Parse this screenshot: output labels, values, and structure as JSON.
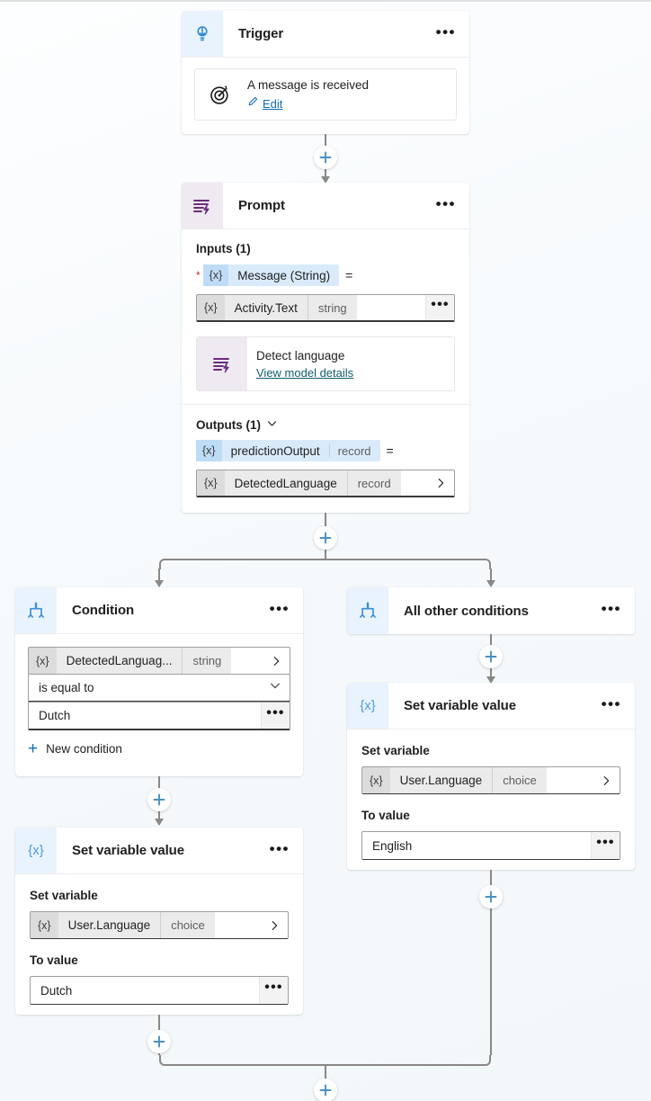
{
  "canvas": {
    "background": "#f5f9fb",
    "connector_color": "#8a8886",
    "accent": "#0f6cbd"
  },
  "nodes": {
    "trigger": {
      "icon": "trigger-bulb-icon",
      "title": "Trigger",
      "menu": "•••",
      "event": {
        "icon": "target-icon",
        "title": "A message is received",
        "edit_icon": "pencil-icon",
        "edit_label": "Edit"
      }
    },
    "prompt": {
      "icon": "prompt-lightning-icon",
      "title": "Prompt",
      "menu": "•••",
      "inputs_label": "Inputs (1)",
      "input_token": {
        "required_mark": "*",
        "x_glyph": "{x}",
        "name": "Message (String)",
        "equals": "="
      },
      "input_value": {
        "x_glyph": "{x}",
        "name": "Activity.Text",
        "type": "string",
        "menu": "•••"
      },
      "model": {
        "icon": "prompt-lightning-icon",
        "title": "Detect language",
        "link": "View model details"
      },
      "outputs_label": "Outputs (1)",
      "outputs_chevron": "chevron-down-icon",
      "output_token": {
        "x_glyph": "{x}",
        "name": "predictionOutput",
        "type": "record",
        "equals": "="
      },
      "output_value": {
        "x_glyph": "{x}",
        "name": "DetectedLanguage",
        "type": "record",
        "chevron": "chevron-right-icon"
      }
    },
    "condition": {
      "icon": "branch-icon",
      "title": "Condition",
      "menu": "•••",
      "operand": {
        "x_glyph": "{x}",
        "name": "DetectedLanguag...",
        "type": "string",
        "chevron": "chevron-right-icon"
      },
      "operator": {
        "value": "is equal to",
        "chevron": "chevron-down-icon"
      },
      "comparand": {
        "value": "Dutch",
        "menu": "•••"
      },
      "new_condition": {
        "icon": "plus-icon",
        "label": "New condition"
      }
    },
    "all_other_conditions": {
      "icon": "branch-icon",
      "title": "All other conditions",
      "menu": "•••"
    },
    "set_variable_left": {
      "icon": "variable-x-icon",
      "title": "Set variable value",
      "menu": "•••",
      "set_variable_label": "Set variable",
      "variable": {
        "x_glyph": "{x}",
        "name": "User.Language",
        "type": "choice",
        "chevron": "chevron-right-icon"
      },
      "to_value_label": "To value",
      "to_value": {
        "value": "Dutch",
        "menu": "•••"
      }
    },
    "set_variable_right": {
      "icon": "variable-x-icon",
      "title": "Set variable value",
      "menu": "•••",
      "set_variable_label": "Set variable",
      "variable": {
        "x_glyph": "{x}",
        "name": "User.Language",
        "type": "choice",
        "chevron": "chevron-right-icon"
      },
      "to_value_label": "To value",
      "to_value": {
        "value": "English",
        "menu": "•••"
      }
    }
  }
}
